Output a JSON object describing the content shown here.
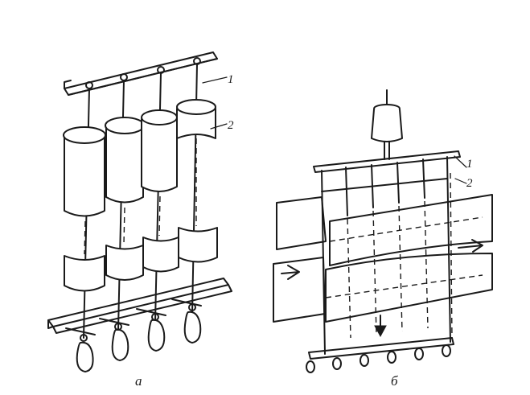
{
  "labels": {
    "a_callout_1": "1",
    "a_callout_2": "2",
    "b_callout_1": "1",
    "b_callout_2": "2"
  },
  "captions": {
    "a": "а",
    "b": "б"
  }
}
